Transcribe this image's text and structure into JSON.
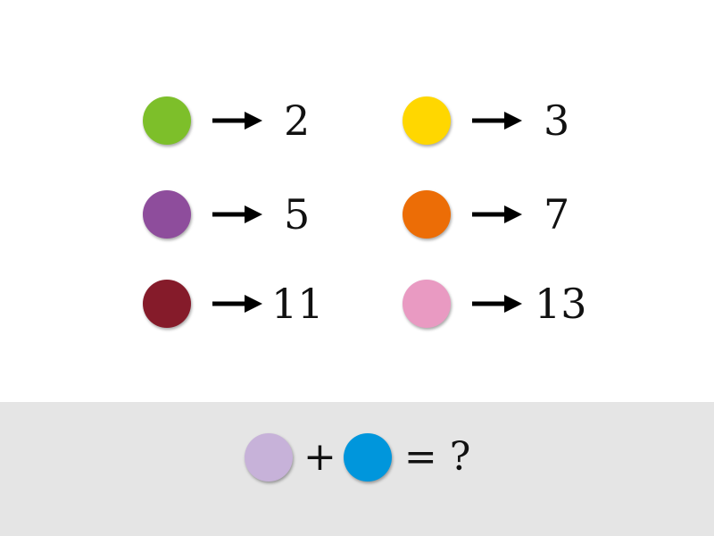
{
  "mappings": [
    {
      "color": "#7dbf2a",
      "color_name": "green",
      "value": "2"
    },
    {
      "color": "#ffd700",
      "color_name": "yellow",
      "value": "3"
    },
    {
      "color": "#8e4d9c",
      "color_name": "purple",
      "value": "5"
    },
    {
      "color": "#ec6d06",
      "color_name": "orange",
      "value": "7"
    },
    {
      "color": "#851b2a",
      "color_name": "dark-red",
      "value": "11"
    },
    {
      "color": "#e99ac2",
      "color_name": "pink",
      "value": "13"
    }
  ],
  "equation": {
    "left_color": "#c7b2d9",
    "left_color_name": "lavender",
    "operator": "+",
    "right_color": "#0096dc",
    "right_color_name": "blue",
    "equals": "=",
    "result": "?"
  },
  "icons": {
    "arrow": "right-arrow-icon"
  }
}
